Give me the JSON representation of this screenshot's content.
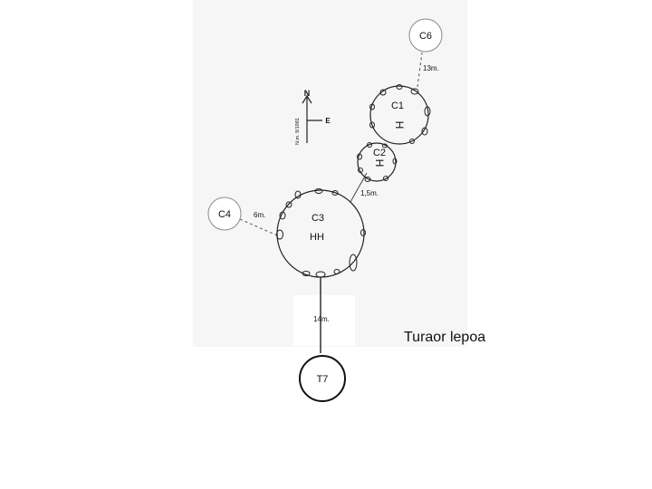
{
  "title": "Turaor lepoa",
  "circles": {
    "c1": "C1",
    "c2": "C2",
    "c3": "C3",
    "c4": "C4",
    "c6": "C6",
    "t7": "T7"
  },
  "distances": {
    "c1_c6": "13m.",
    "c2_c3": "1,5m.",
    "c3_c4": "6m.",
    "c3_t7": "14m."
  },
  "compass": {
    "north": "N",
    "east": "E",
    "annotation": "N.m. 9/1981"
  },
  "colors": {
    "ink": "#111111",
    "paper": "#f6f6f6",
    "faint_circle": "#8a8a8a"
  }
}
